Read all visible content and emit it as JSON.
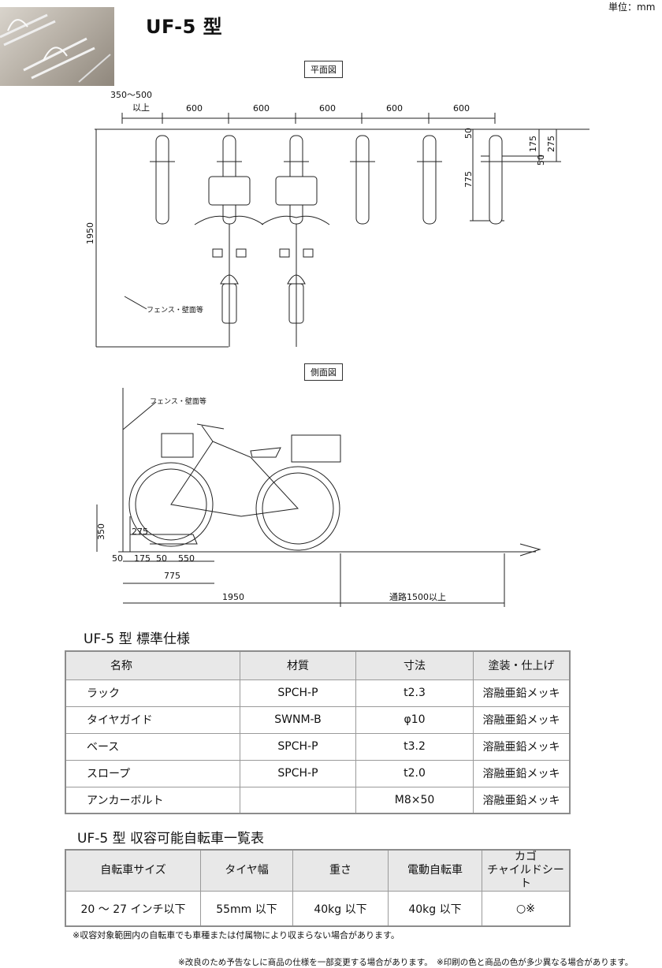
{
  "header": {
    "title": "UF-5 型",
    "unit": "単位：mm"
  },
  "plan": {
    "label": "平面図",
    "top_dims": [
      "600",
      "600",
      "600",
      "600",
      "600"
    ],
    "min_offset_line1": "350～500",
    "min_offset_line2": "以上",
    "left_depth": "1950",
    "rack_depth": "775",
    "d50a": "50",
    "d175": "175",
    "d275": "275",
    "d50b": "50",
    "fence": "フェンス・壁面等"
  },
  "side": {
    "label": "側面図",
    "fence": "フェンス・壁面等",
    "height": "350",
    "d275": "275",
    "bottom_row": [
      "50",
      "175",
      "50",
      "550"
    ],
    "d775": "775",
    "total": "1950",
    "aisle": "通路1500以上"
  },
  "spec": {
    "title": "UF-5 型 標準仕様",
    "headers": [
      "名称",
      "材質",
      "寸法",
      "塗装・仕上げ"
    ],
    "rows": [
      [
        "ラック",
        "SPCH-P",
        "t2.3",
        "溶融亜鉛メッキ"
      ],
      [
        "タイヤガイド",
        "SWNM-B",
        "φ10",
        "溶融亜鉛メッキ"
      ],
      [
        "ベース",
        "SPCH-P",
        "t3.2",
        "溶融亜鉛メッキ"
      ],
      [
        "スロープ",
        "SPCH-P",
        "t2.0",
        "溶融亜鉛メッキ"
      ],
      [
        "アンカーボルト",
        "",
        "M8×50",
        "溶融亜鉛メッキ"
      ]
    ]
  },
  "capacity": {
    "title": "UF-5 型 収容可能自転車一覧表",
    "headers": [
      "自転車サイズ",
      "タイヤ幅",
      "重さ",
      "電動自転車",
      "カゴ",
      "チャイルドシート"
    ],
    "row": [
      "20 ～ 27 インチ以下",
      "55mm 以下",
      "40kg 以下",
      "40kg 以下",
      "○※"
    ]
  },
  "notes": {
    "n1": "※収容対象範囲内の自転車でも車種または付属物により収まらない場合があります。",
    "n2": "※改良のため予告なしに商品の仕様を一部変更する場合があります。　※印刷の色と商品の色が多少異なる場合があります。"
  }
}
